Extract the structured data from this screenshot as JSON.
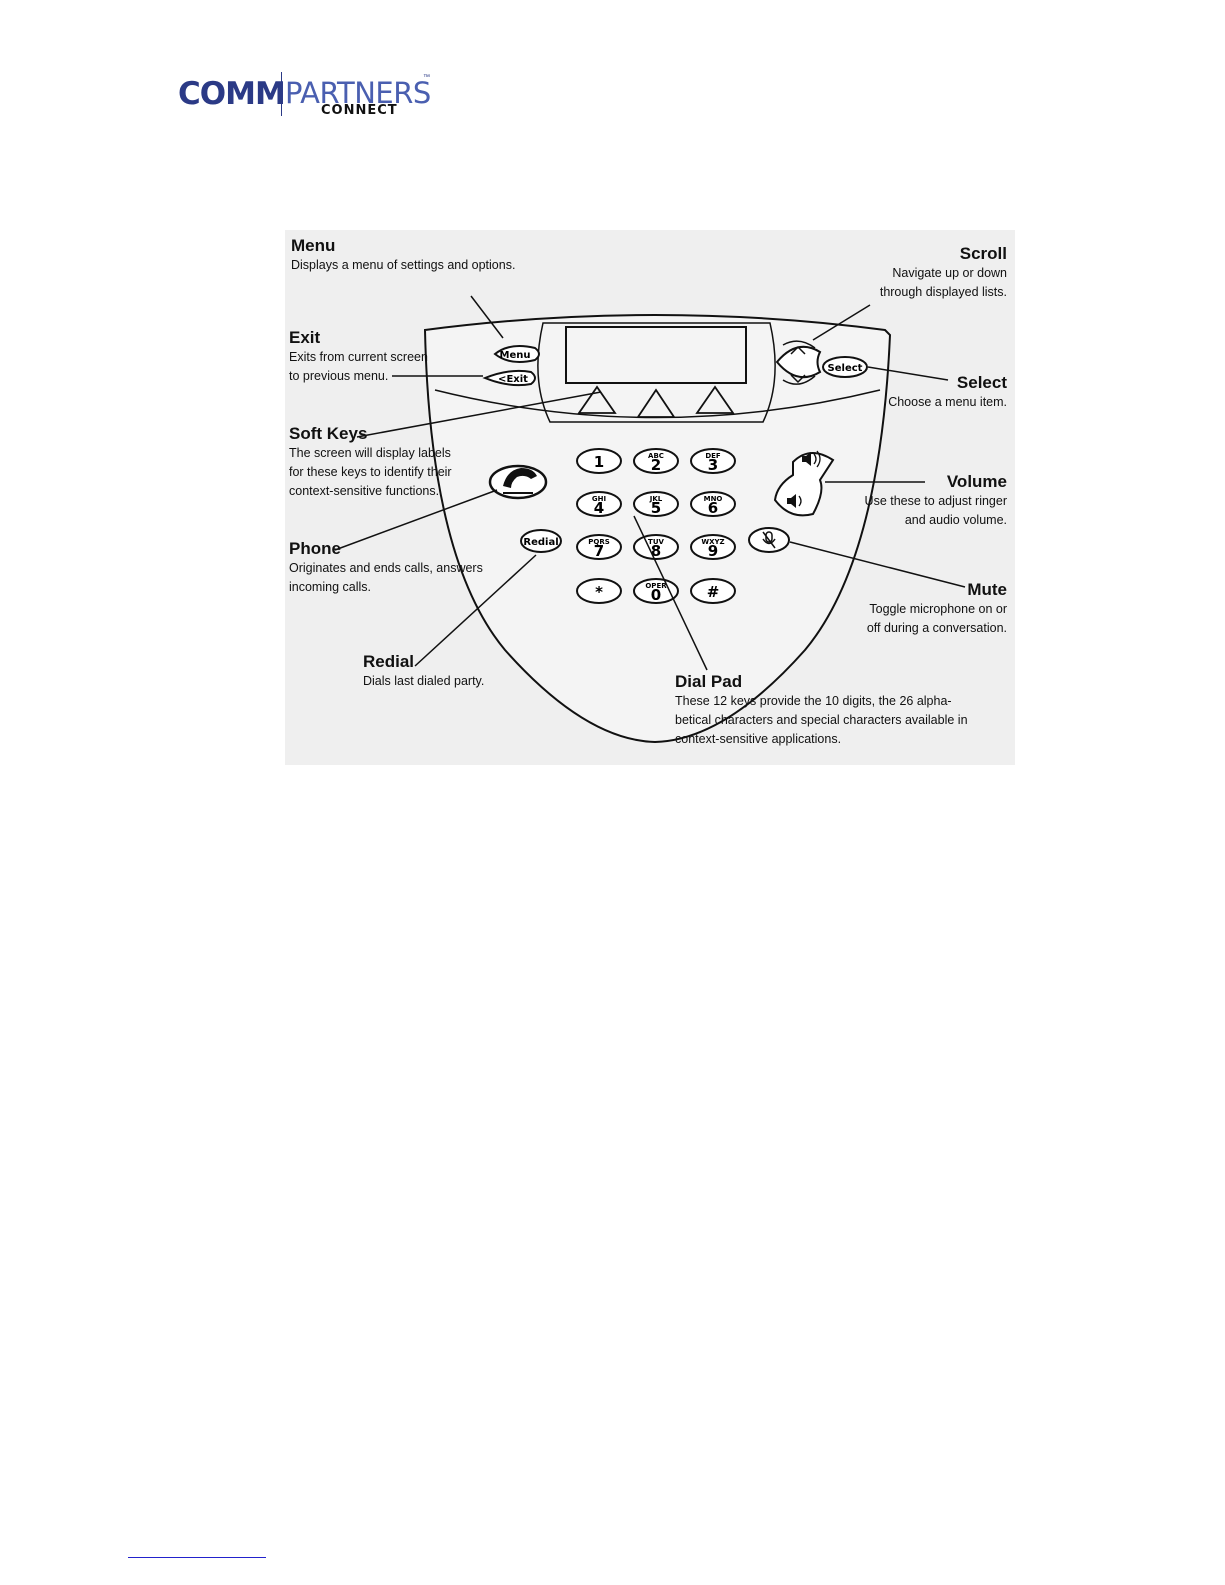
{
  "logo": {
    "comm": "COMM",
    "partners": "PARTNERS",
    "tm": "™",
    "connect": "CONNECT"
  },
  "callouts": {
    "menu": {
      "title": "Menu",
      "desc": "Displays a menu of settings and options."
    },
    "exit": {
      "title": "Exit",
      "desc": "Exits from current screen\nto previous menu."
    },
    "softkeys": {
      "title": "Soft Keys",
      "desc": "The screen will display labels\nfor these keys to identify their\ncontext-sensitive functions."
    },
    "phone": {
      "title": "Phone",
      "desc": "Originates and ends calls, answers\nincoming calls."
    },
    "redial": {
      "title": "Redial",
      "desc": "Dials last dialed party."
    },
    "dialpad": {
      "title": "Dial Pad",
      "desc": "These 12 keys provide the 10 digits, the 26 alpha-\nbetical characters and special characters available in\ncontext-sensitive applications."
    },
    "scroll": {
      "title": "Scroll",
      "desc": "Navigate up or down\nthrough displayed lists."
    },
    "select": {
      "title": "Select",
      "desc": "Choose a menu item."
    },
    "volume": {
      "title": "Volume",
      "desc": "Use these to adjust ringer\nand audio volume."
    },
    "mute": {
      "title": "Mute",
      "desc": "Toggle microphone on or\noff during a conversation."
    }
  },
  "buttons": {
    "menu": "Menu",
    "exit": "Exit",
    "select": "Select",
    "redial": "Redial"
  },
  "keypad": [
    {
      "digit": "1",
      "letters": ""
    },
    {
      "digit": "2",
      "letters": "ABC"
    },
    {
      "digit": "3",
      "letters": "DEF"
    },
    {
      "digit": "4",
      "letters": "GHI"
    },
    {
      "digit": "5",
      "letters": "JKL"
    },
    {
      "digit": "6",
      "letters": "MNO"
    },
    {
      "digit": "7",
      "letters": "PQRS"
    },
    {
      "digit": "8",
      "letters": "TUV"
    },
    {
      "digit": "9",
      "letters": "WXYZ"
    },
    {
      "digit": "*",
      "letters": ""
    },
    {
      "digit": "0",
      "letters": "OPER"
    },
    {
      "digit": "#",
      "letters": ""
    }
  ],
  "icons": {
    "phone": "phone-handset-icon",
    "volume_up": "speaker-loud-icon",
    "volume_down": "speaker-quiet-icon",
    "mute": "microphone-muted-icon",
    "scroll_up": "chevron-up-icon",
    "scroll_down": "chevron-down-icon",
    "exit_arrow": "arrow-left-icon"
  },
  "colors": {
    "logo_dark": "#2b3a86",
    "logo_light": "#4a5fb0",
    "diagram_bg": "#efefef",
    "link_underline": "#2222cc"
  }
}
